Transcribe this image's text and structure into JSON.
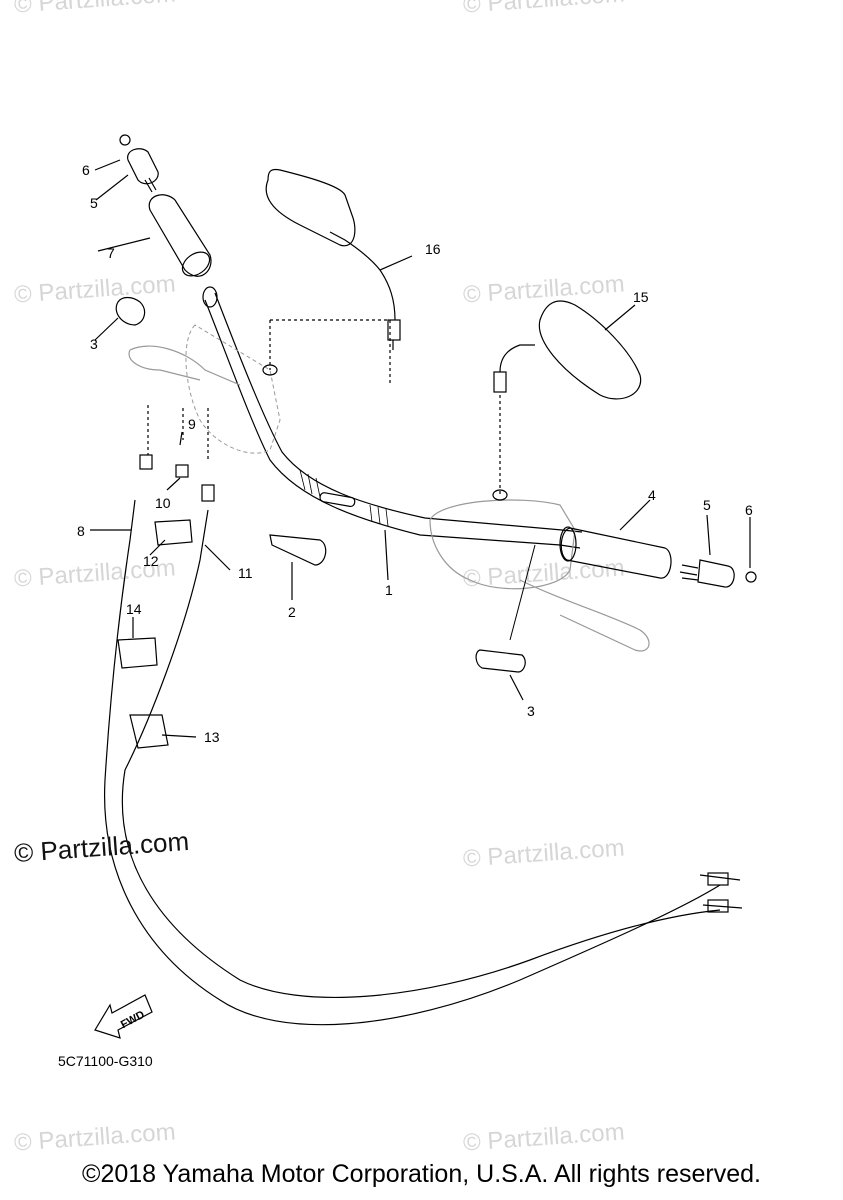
{
  "watermark": "© Partzilla.com",
  "watermark_bold": "© Partzilla.com",
  "diagram_code": "5C71100-G310",
  "copyright": "©2018 Yamaha Motor Corporation, U.S.A. All rights reserved.",
  "fwd_label": "FWD",
  "callouts": [
    "6",
    "5",
    "7",
    "16",
    "15",
    "3",
    "9",
    "10",
    "8",
    "12",
    "11",
    "2",
    "1",
    "4",
    "5",
    "6",
    "3",
    "14",
    "13"
  ]
}
